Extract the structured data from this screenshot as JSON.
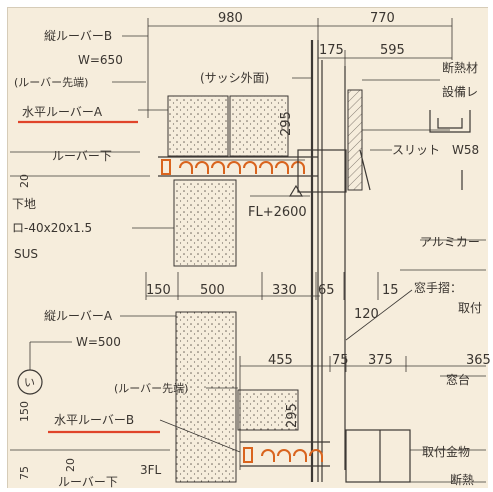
{
  "labels": {
    "tate_louver_b": "縦ルーバーB",
    "w650": "W=650",
    "louver_tip_top": "(ルーバー先端)",
    "sash_outer": "(サッシ外面)",
    "suihei_a": "水平ルーバーA",
    "louver_bottom": "ルーバー下",
    "shitaji": "下地",
    "ro_spec": "ロ-40x20x1.5",
    "sus": "SUS",
    "fl2600": "FL+2600",
    "slit": "スリット",
    "w58": "W58",
    "danetsu": "断熱材",
    "secchi": "設備レ",
    "aluminum": "アルミカー",
    "madotemisu": "窓手摺：",
    "toritsuke": "取付",
    "tate_louver_a": "縦ルーバーA",
    "w500": "W=500",
    "louver_tip_bottom": "(ルーバー先端)",
    "suihei_b": "水平ルーバーB",
    "louver_bottom2": "ルーバー下",
    "fl3": "3FL",
    "toritsuke_kanamono": "取付金物",
    "madodai": "窓台",
    "danetsu2": "断熱",
    "circle_i": "い",
    "k20": "20",
    "k150v": "150",
    "k75": "75"
  },
  "dimensions": {
    "d980": "980",
    "d770": "770",
    "d175": "175",
    "d595": "595",
    "d295a": "295",
    "d150": "150",
    "d500": "500",
    "d330": "330",
    "d65": "65",
    "d15": "15",
    "d120": "120",
    "d455": "455",
    "d75": "75",
    "d375": "375",
    "d365": "365",
    "d295b": "295"
  },
  "colors": {
    "paper": "#f6eddc",
    "ink": "#3c3834",
    "highlight": "#e0442a",
    "louver": "#d9641e"
  }
}
